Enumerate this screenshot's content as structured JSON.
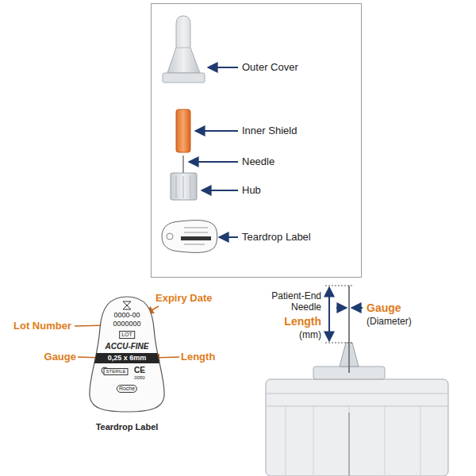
{
  "diagram": {
    "nodes": [
      {
        "text": [
          "0000-00",
          "0000000",
          "LOT",
          "ACCU-FINE",
          "0,25 x 6mm",
          "STERILE",
          "CE",
          "0050",
          "Roche"
        ]
      }
    ],
    "labels": [
      "Outer Cover",
      "Inner Shield",
      "Needle",
      "Hub",
      "Teardrop Label",
      "Lot Number",
      "Expiry Date",
      "Gauge",
      "Length",
      "Teardrop Label",
      "Patient-End Needle",
      "Length",
      "(mm)",
      "Gauge",
      "(Diameter)"
    ]
  }
}
